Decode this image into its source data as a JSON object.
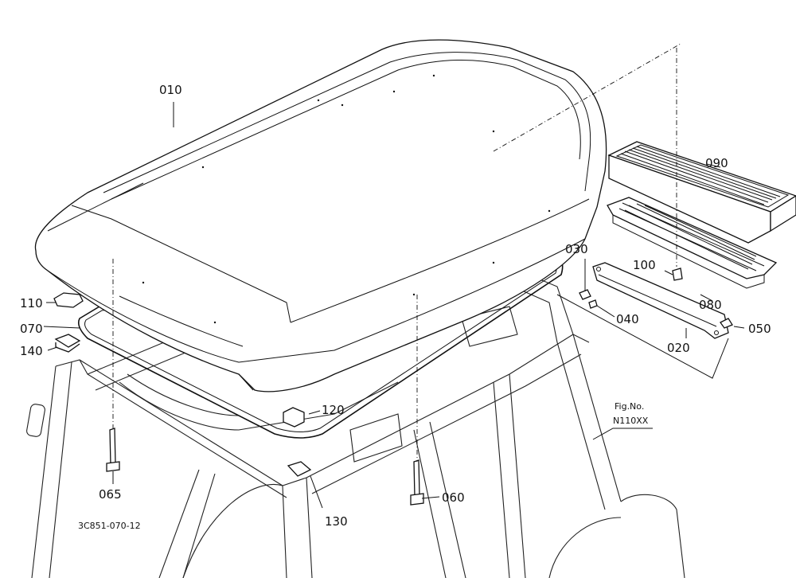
{
  "diagram": {
    "drawing_code": "3C851-070-12",
    "figure_reference": {
      "line1": "Fig.No.",
      "line2": "N110XX"
    },
    "callouts": [
      {
        "id": "c010",
        "label": "010"
      },
      {
        "id": "c020",
        "label": "020"
      },
      {
        "id": "c030",
        "label": "030"
      },
      {
        "id": "c040",
        "label": "040"
      },
      {
        "id": "c050",
        "label": "050"
      },
      {
        "id": "c060",
        "label": "060"
      },
      {
        "id": "c065",
        "label": "065"
      },
      {
        "id": "c070",
        "label": "070"
      },
      {
        "id": "c080",
        "label": "080"
      },
      {
        "id": "c090",
        "label": "090"
      },
      {
        "id": "c100",
        "label": "100"
      },
      {
        "id": "c110",
        "label": "110"
      },
      {
        "id": "c120",
        "label": "120"
      },
      {
        "id": "c130",
        "label": "130"
      },
      {
        "id": "c140",
        "label": "140"
      }
    ]
  }
}
